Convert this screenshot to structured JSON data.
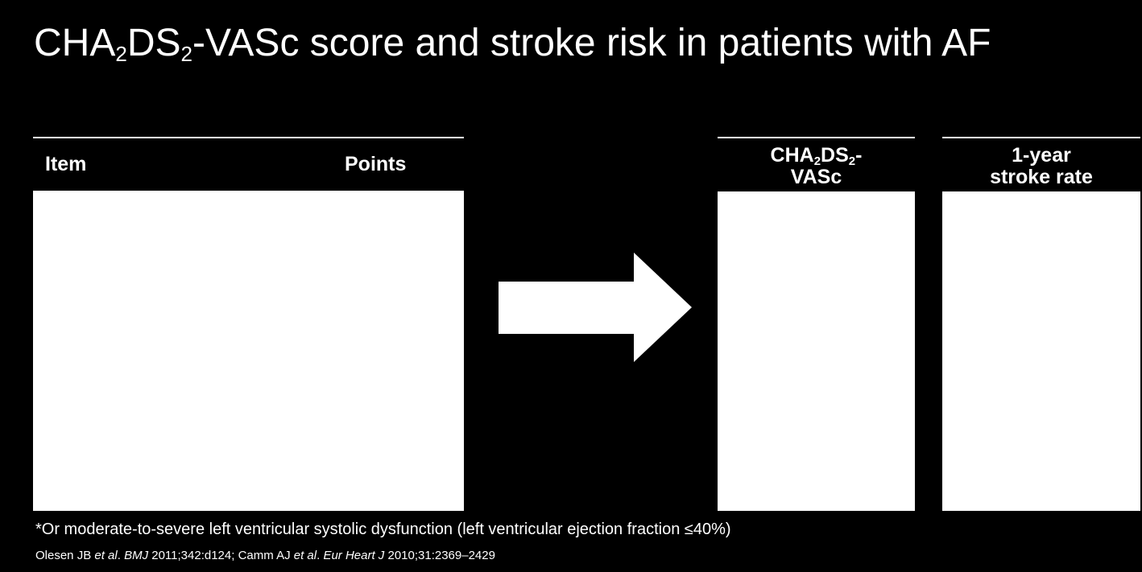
{
  "slide": {
    "title": {
      "part1": "CHA",
      "sub1": "2",
      "part2": "DS",
      "sub2": "2",
      "part3": "-VASc score and stroke risk in patients with AF"
    }
  },
  "table_left": {
    "col_item": "Item",
    "col_points": "Points"
  },
  "table_score": {
    "head_part1": "CHA",
    "head_sub1": "2",
    "head_part2": "DS",
    "head_sub2": "2",
    "head_part3": "-",
    "head_line2": "VASc"
  },
  "table_rate": {
    "head_line1": "1-year",
    "head_line2": "stroke rate"
  },
  "footnote": "*Or moderate-to-severe left ventricular systolic dysfunction (left ventricular ejection fraction ≤40%)",
  "references": {
    "r1_author": "Olesen JB ",
    "r1_etal": "et al",
    "r1_dot": ". ",
    "r1_journal": "BMJ",
    "r1_rest": " 2011;342:d124; Camm AJ ",
    "r2_etal": "et al",
    "r2_dot": ". ",
    "r2_journal": "Eur Heart J",
    "r2_rest": " 2010;31:2369–2429"
  }
}
